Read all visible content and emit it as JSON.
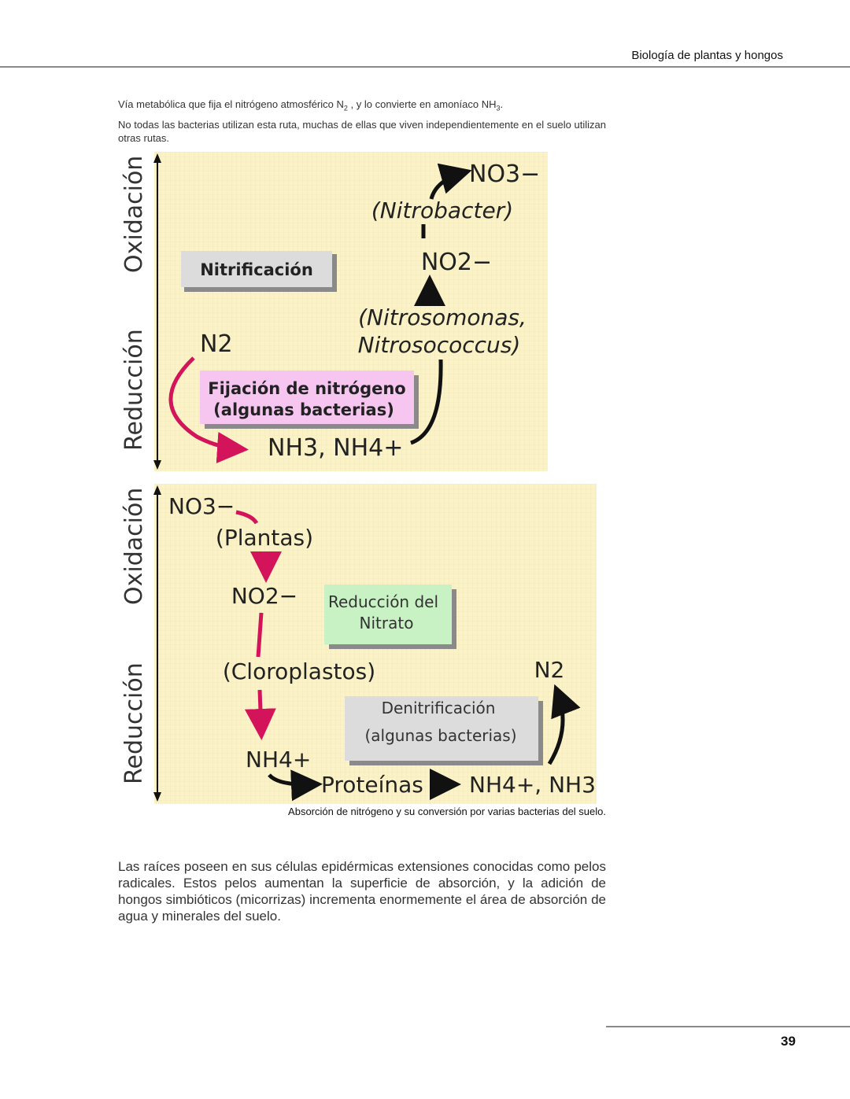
{
  "header": {
    "title": "Biología de plantas y hongos"
  },
  "intro": {
    "line1_pre": "Vía metabólica que fija el nitrógeno atmosférico N",
    "line1_sub1": "2",
    "line1_mid": " , y lo convierte en amoníaco NH",
    "line1_sub2": "3",
    "line1_end": ".",
    "line2": "No todas las bacterias utilizan esta ruta, muchas de ellas que viven independientemente en el suelo utilizan otras rutas."
  },
  "diagram1": {
    "axis_top": "Oxidación",
    "axis_bottom": "Reducción",
    "nitrificacion_label": "Nitrificación",
    "no3": "NO3−",
    "nitrobacter": "(Nitrobacter)",
    "no2": "NO2−",
    "nitrosomonas": "(Nitrosomonas,",
    "nitrosococcus": "Nitrosococcus)",
    "n2": "N2",
    "fijacion_line1": "Fijación de nitrógeno",
    "fijacion_line2": "(algunas bacterias)",
    "nh": "NH3, NH4+"
  },
  "diagram2": {
    "axis_top": "Oxidación",
    "axis_bottom": "Reducción",
    "no3": "NO3−",
    "plantas": "(Plantas)",
    "no2": "NO2−",
    "reduccion_line1": "Reducción del",
    "reduccion_line2": "Nitrato",
    "cloroplastos": "(Cloroplastos)",
    "n2": "N2",
    "denit_line1": "Denitrificación",
    "denit_line2": "(algunas bacterias)",
    "nh4": "NH4+",
    "proteinas": "Proteínas",
    "nh_end": "NH4+, NH3"
  },
  "caption": "Absorción de nitrógeno y su conversión por varias bacterias del suelo.",
  "body_text": "Las raíces poseen en sus células epidérmicas extensiones conocidas como pelos radicales. Estos pelos aumentan la superficie de absorción, y la adición de hongos simbióticos (micorrizas) incrementa enormemente el área de absorción de agua y minerales del suelo.",
  "page_number": "39",
  "colors": {
    "red_arrow": "#d4145a",
    "pink_box": "#f7c6f0",
    "green_box": "#c8f2c4",
    "gray_box": "#dcdcdc",
    "diagram_bg": "#fbf3c7"
  }
}
